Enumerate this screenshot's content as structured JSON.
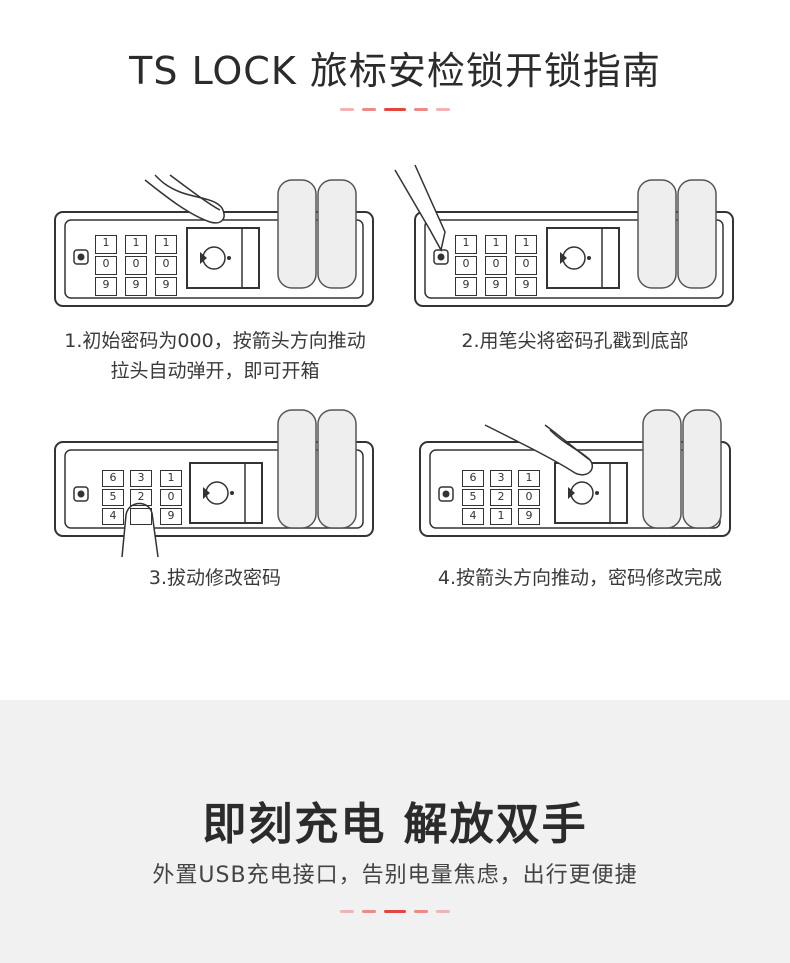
{
  "header": {
    "title": "TS LOCK 旅标安检锁开锁指南"
  },
  "steps": [
    {
      "caption_line1": "1.初始密码为000，按箭头方向推动",
      "caption_line2": "拉头自动弹开，即可开箱",
      "digits": [
        [
          "1",
          "0",
          "9"
        ],
        [
          "1",
          "0",
          "9"
        ],
        [
          "1",
          "0",
          "9"
        ]
      ]
    },
    {
      "caption_line1": "2.用笔尖将密码孔戳到底部",
      "caption_line2": "",
      "digits": [
        [
          "1",
          "0",
          "9"
        ],
        [
          "1",
          "0",
          "9"
        ],
        [
          "1",
          "0",
          "9"
        ]
      ]
    },
    {
      "caption_line1": "3.拔动修改密码",
      "caption_line2": "",
      "digits": [
        [
          "6",
          "5",
          "4"
        ],
        [
          "3",
          "2",
          ""
        ],
        [
          "1",
          "0",
          "9"
        ]
      ]
    },
    {
      "caption_line1": "4.按箭头方向推动，密码修改完成",
      "caption_line2": "",
      "digits": [
        [
          "6",
          "5",
          "4"
        ],
        [
          "3",
          "2",
          "1"
        ],
        [
          "1",
          "0",
          "9"
        ]
      ]
    }
  ],
  "feature": {
    "title": "即刻充电 解放双手",
    "subtitle": "外置USB充电接口，告别电量焦虑，出行更便捷"
  },
  "colors": {
    "accent": "#e4463f",
    "accent_light": "#f2b3b3",
    "band_bg": "#f1f1f1",
    "line": "#333333"
  }
}
